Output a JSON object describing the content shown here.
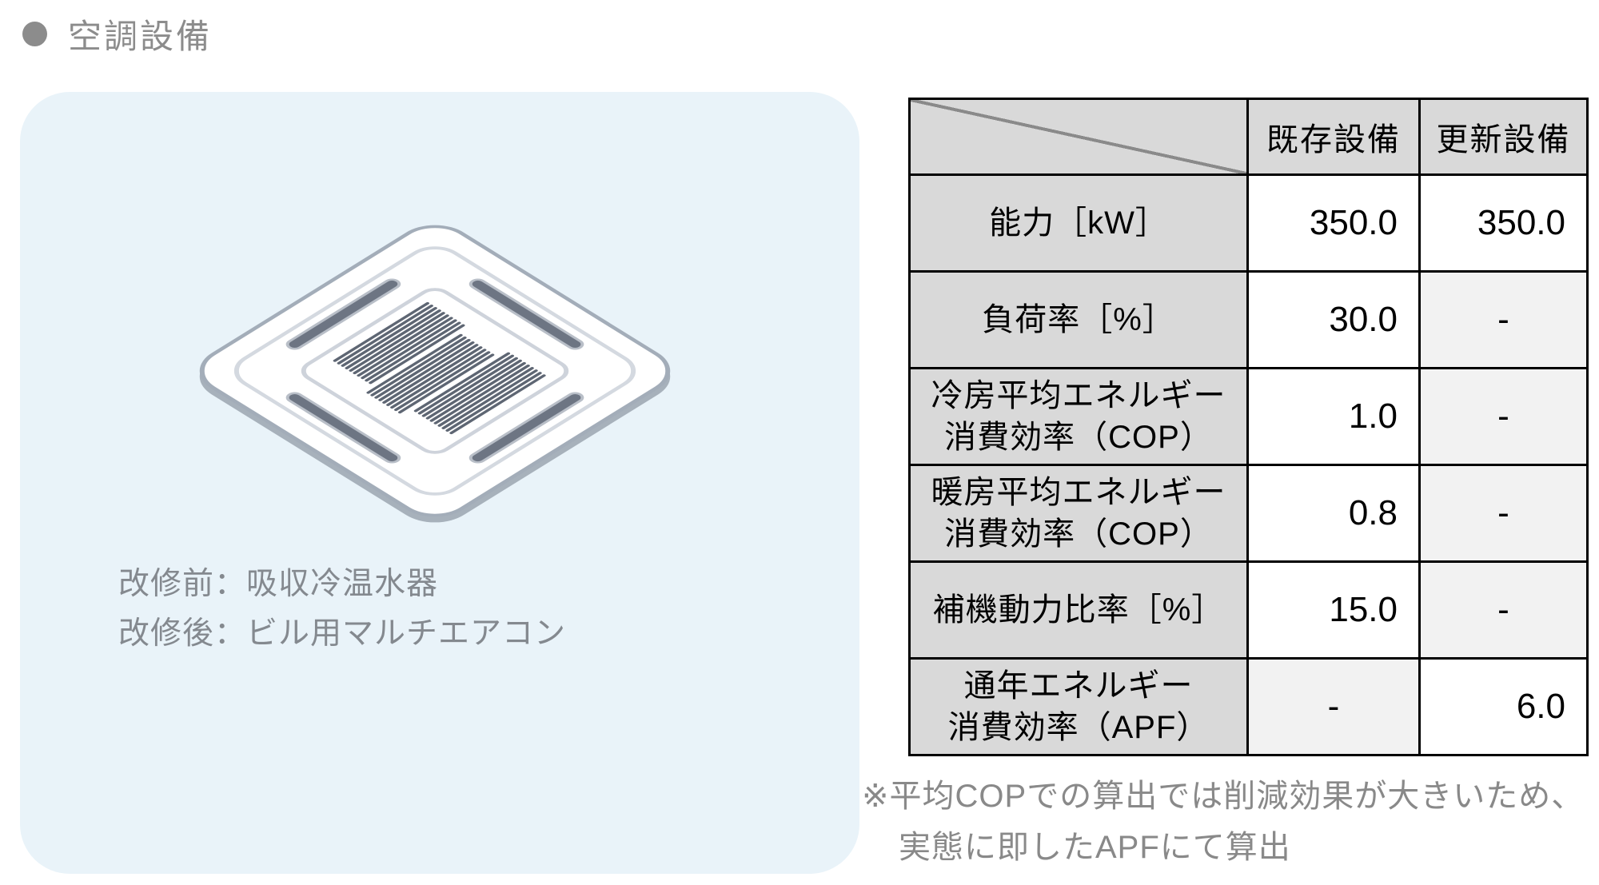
{
  "title": {
    "text": "空調設備"
  },
  "panel": {
    "caption_line1": "改修前：吸収冷温水器",
    "caption_line2": "改修後：ビル用マルチエアコン",
    "illustration": "ceiling-cassette-air-conditioner",
    "background": "#e9f3f9"
  },
  "table": {
    "columns": [
      "既存設備",
      "更新設備"
    ],
    "rows": [
      {
        "label_line1": "能力［kW］",
        "existing": "350.0",
        "updated": "350.0"
      },
      {
        "label_line1": "負荷率［%］",
        "existing": "30.0",
        "updated": "-"
      },
      {
        "label_line1": "冷房平均エネルギー",
        "label_line2": "消費効率（COP）",
        "existing": "1.0",
        "updated": "-"
      },
      {
        "label_line1": "暖房平均エネルギー",
        "label_line2": "消費効率（COP）",
        "existing": "0.8",
        "updated": "-"
      },
      {
        "label_line1": "補機動力比率［%］",
        "existing": "15.0",
        "updated": "-"
      },
      {
        "label_line1": "通年エネルギー",
        "label_line2": "消費効率（APF）",
        "existing": "-",
        "updated": "6.0"
      }
    ],
    "colors": {
      "border": "#000000",
      "header_bg": "#d9d9d9",
      "value_bg": "#ffffff",
      "na_bg": "#f2f2f2",
      "diagonal": "#8a8a8a"
    }
  },
  "footnote": {
    "line1": "※平均COPでの算出では削減効果が大きいため、",
    "line2": "実態に即したAPFにて算出"
  }
}
